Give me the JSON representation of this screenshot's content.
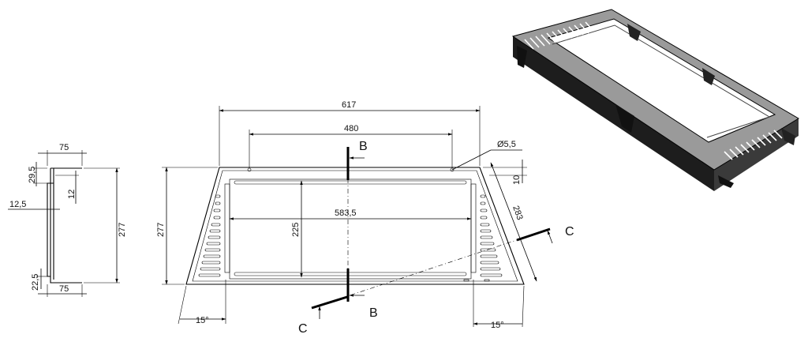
{
  "side_view": {
    "dim_top_width": "75",
    "dim_bottom_width": "75",
    "dim_height": "277",
    "dim_top_flange": "29,5",
    "dim_flange_depth": "12",
    "dim_thickness": "12,5",
    "dim_bottom_flange": "22,5"
  },
  "front_view": {
    "dim_overall_width": "617",
    "dim_hole_spacing": "480",
    "dim_hole_diameter": "Ø5,5",
    "dim_height": "277",
    "dim_inner_height": "225",
    "dim_inner_width": "583,5",
    "dim_offset": "10",
    "dim_slant_length": "283",
    "dim_angle_left": "15°",
    "dim_angle_right": "15°",
    "section_b_top": "B",
    "section_b_bottom": "B",
    "section_c_right": "C",
    "section_c_left": "C"
  },
  "iso_view": {
    "icon": "isometric-frame-3d"
  }
}
